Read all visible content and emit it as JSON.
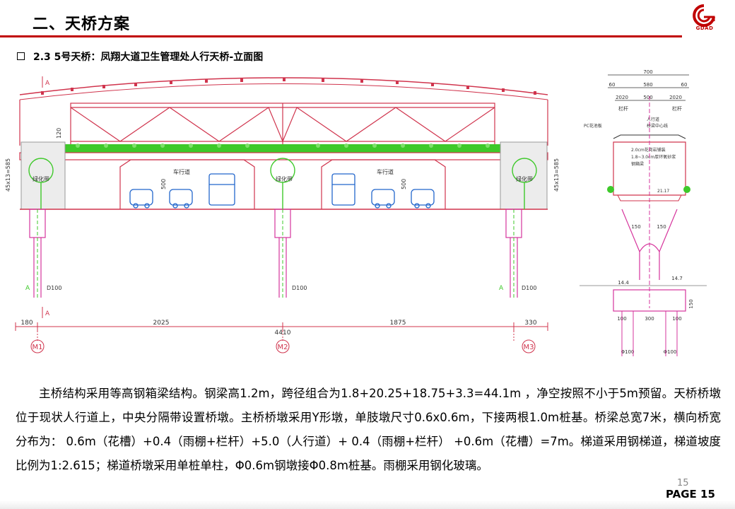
{
  "header": {
    "title": "二、天桥方案",
    "logo_text": "GDAD"
  },
  "subtitle": "2.3 5号天桥：凤翔大道卫生管理处人行天桥-立面图",
  "elevation": {
    "section_marks": [
      "A",
      "A",
      "A",
      "A"
    ],
    "spans": [
      "180",
      "2025",
      "1875",
      "330"
    ],
    "total_length": "4410",
    "piers": [
      "M1",
      "M2",
      "M3"
    ],
    "pile_labels": [
      "D100",
      "D100",
      "D100"
    ],
    "height_labels": [
      "120",
      "45x13=585",
      "45x13=585",
      "500",
      "500"
    ],
    "lane_labels": [
      "车行道",
      "车行道"
    ],
    "tree_labels": [
      "绿化带",
      "绿化带",
      "绿化带"
    ]
  },
  "cross_section": {
    "widths_top": [
      "700"
    ],
    "widths_mid": [
      "60",
      "580",
      "60"
    ],
    "widths_rail": [
      "2020",
      "500",
      "2020"
    ],
    "rail_labels": [
      "栏杆",
      "栏杆"
    ],
    "labels": [
      "PC花池板",
      "人行道",
      "桥梁中心线"
    ],
    "deck_notes": [
      "2.0cm花岗岩铺装",
      "1.8~3.0cm厚环氧砂浆",
      "钢箱梁"
    ],
    "elev_deck": "21.17",
    "pier_widths": [
      "150",
      "150"
    ],
    "ground_elev": [
      "14.4",
      "14.7"
    ],
    "cap_height": "150",
    "cap_widths": [
      "100",
      "300",
      "100"
    ],
    "pile_labels": [
      "Φ100",
      "Φ100"
    ]
  },
  "body_text": "主桥结构采用等高钢箱梁结构。钢梁高1.2m，跨径组合为1.8+20.25+18.75+3.3=44.1m ，净空按照不小于5m预留。天桥桥墩位于现状人行道上，中央分隔带设置桥墩。主桥桥墩采用Y形墩，单肢墩尺寸0.6x0.6m，下接两根1.0m桩基。桥梁总宽7米，横向桥宽分布为： 0.6m（花槽）+0.4（雨棚+栏杆）+5.0（人行道）+ 0.4（雨棚+栏杆） +0.6m（花槽）=7m。梯道采用钢梯道，梯道坡度比例为1:2.615；梯道桥墩采用单桩单柱，Φ0.6m钢墩接Φ0.8m桩基。雨棚采用钢化玻璃。",
  "footer": {
    "page_small": "15",
    "page": "PAGE 15"
  },
  "colors": {
    "accent_red": "#c00000",
    "steel": "#d0344d",
    "green": "#3ec92a",
    "magenta": "#d6349c",
    "blue": "#2266cc"
  }
}
